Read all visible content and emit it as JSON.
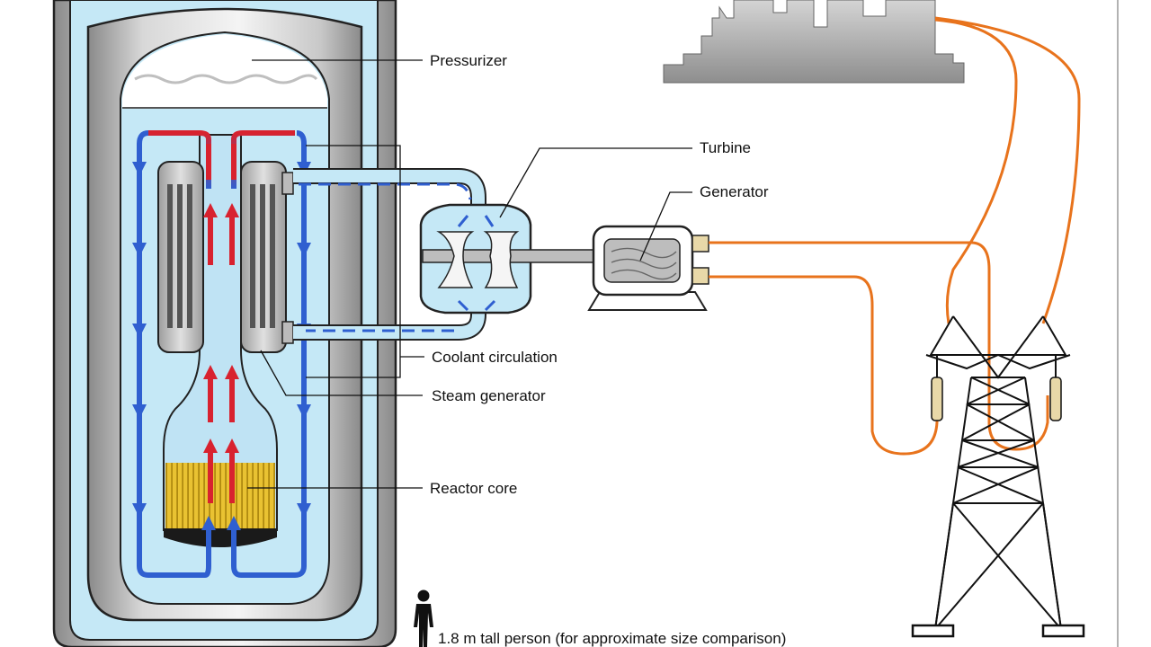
{
  "labels": {
    "pressurizer": "Pressurizer",
    "turbine": "Turbine",
    "generator": "Generator",
    "coolant_circulation": "Coolant circulation",
    "steam_generator": "Steam generator",
    "reactor_core": "Reactor core",
    "scale_person": "1.8 m tall person (for approximate size comparison)"
  },
  "colors": {
    "water": "#c5e8f6",
    "hot_coolant": "#d8222f",
    "cold_coolant": "#2f5fd0",
    "power_line": "#e8731c",
    "core_fuel": "#e9c232",
    "vessel_gray": "#a8a8a8"
  },
  "icons": [
    "person-icon",
    "city-skyline-icon",
    "transmission-tower-icon"
  ]
}
